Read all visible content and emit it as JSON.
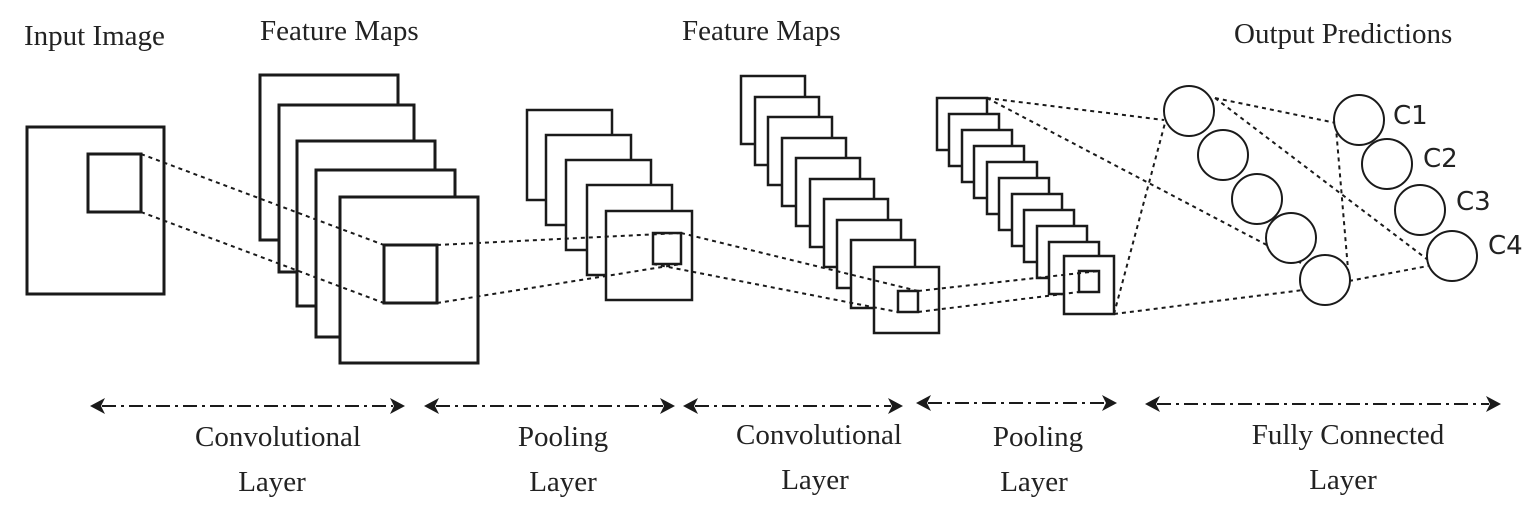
{
  "headings": {
    "input": "Input Image",
    "feature_maps_1": "Feature Maps",
    "feature_maps_2": "Feature Maps",
    "output": "Output Predictions"
  },
  "layers": [
    {
      "line1": "Convolutional",
      "line2": "Layer"
    },
    {
      "line1": "Pooling",
      "line2": "Layer"
    },
    {
      "line1": "Convolutional",
      "line2": "Layer"
    },
    {
      "line1": "Pooling",
      "line2": "Layer"
    },
    {
      "line1": "Fully Connected",
      "line2": "Layer"
    }
  ],
  "classes": [
    "C1",
    "C2",
    "C3",
    "C4"
  ]
}
